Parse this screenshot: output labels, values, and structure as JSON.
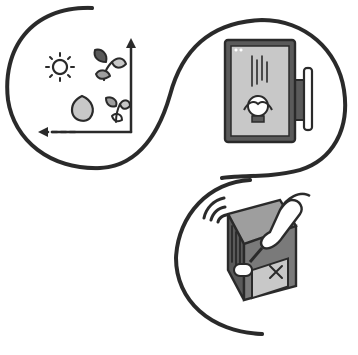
{
  "diagram": {
    "steps": [
      {
        "id": "plant-growth-chart",
        "icon": "plant-growth-chart-icon"
      },
      {
        "id": "monitor-device",
        "icon": "monitor-sensor-device-icon"
      },
      {
        "id": "smart-package-delivery",
        "icon": "smart-package-delivery-icon"
      }
    ],
    "colors": {
      "ink": "#2a2a2a",
      "fill_mid": "#9e9e9e",
      "fill_light": "#c8c8c8",
      "fill_dark": "#5a5a5a"
    }
  }
}
